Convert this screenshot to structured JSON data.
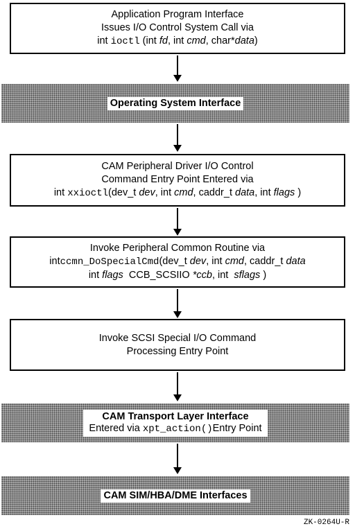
{
  "box1": {
    "line1": "Application Program Interface",
    "line2": "Issues I/O Control System Call via",
    "l3_int": "int",
    "l3_fn": "ioctl",
    "l3_a": "(int",
    "l3_fd": "fd",
    "l3_b": ", int",
    "l3_cmd": "cmd",
    "l3_c": ",  char*",
    "l3_data": "data",
    "l3_d": ")"
  },
  "band1": {
    "label": "Operating System Interface"
  },
  "box2": {
    "line1": "CAM Peripheral Driver I/O Control",
    "line2": "Command Entry Point Entered via",
    "l3_int": "int",
    "l3_fn": "xxioctl",
    "l3_a": "(dev_t",
    "l3_dev": "dev",
    "l3_b": ", int",
    "l3_cmd": "cmd",
    "l3_c": ", caddr_t",
    "l3_data": "data",
    "l3_d": ", int",
    "l3_flags": "flags",
    "l3_e": ")"
  },
  "box3": {
    "line1": "Invoke Peripheral Common Routine via",
    "l2_int": "int",
    "l2_fn": "ccmn_DoSpecialCmd",
    "l2_a": "(dev_t",
    "l2_dev": "dev",
    "l2_b": ", int",
    "l2_cmd": "cmd",
    "l2_c": ", caddr_t",
    "l2_data": "data",
    "l3_a": "int",
    "l3_flags": "flags",
    "l3_b": "CCB_SCSIIO",
    "l3_ccb": "*ccb",
    "l3_c": ", int",
    "l3_sflags": "sflags",
    "l3_d": ")"
  },
  "box4": {
    "line1": "Invoke SCSI Special I/O Command",
    "line2": "Processing Entry Point"
  },
  "band2": {
    "label": "CAM Transport Layer Interface",
    "sub_a": "Entered via",
    "sub_fn": "xpt_action()",
    "sub_b": "Entry Point"
  },
  "band3": {
    "label": "CAM SIM/HBA/DME Interfaces"
  },
  "figure_id": "ZK-0264U-R"
}
